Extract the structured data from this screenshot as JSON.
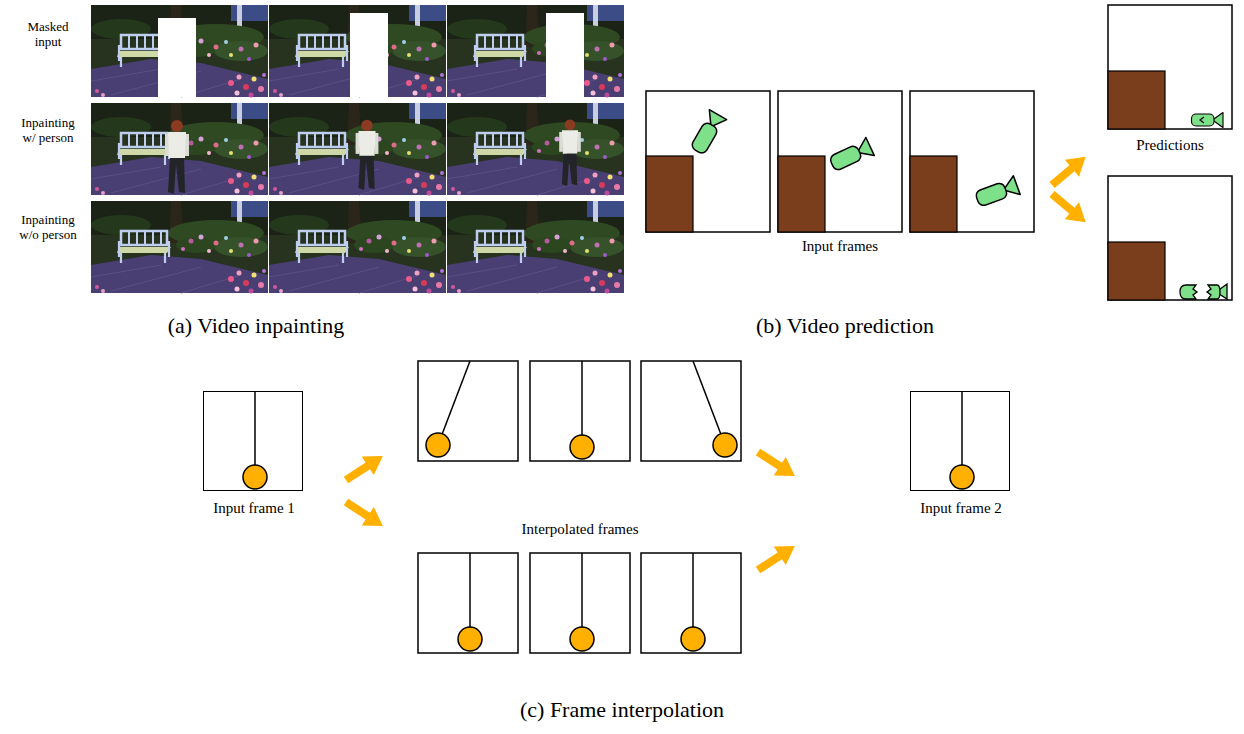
{
  "diagram": {
    "nodes": [
      {
        "text": [
          "Input frame 1"
        ]
      },
      {
        "text": [
          "Input frame 2"
        ]
      }
    ],
    "labels": [
      "Masked input",
      "Inpainting w/ person",
      "Inpainting w/o person",
      "(a) Video inpainting",
      "Input frames",
      "Predictions",
      "(b) Video prediction",
      "Interpolated frames",
      "(c) Frame interpolation"
    ]
  }
}
